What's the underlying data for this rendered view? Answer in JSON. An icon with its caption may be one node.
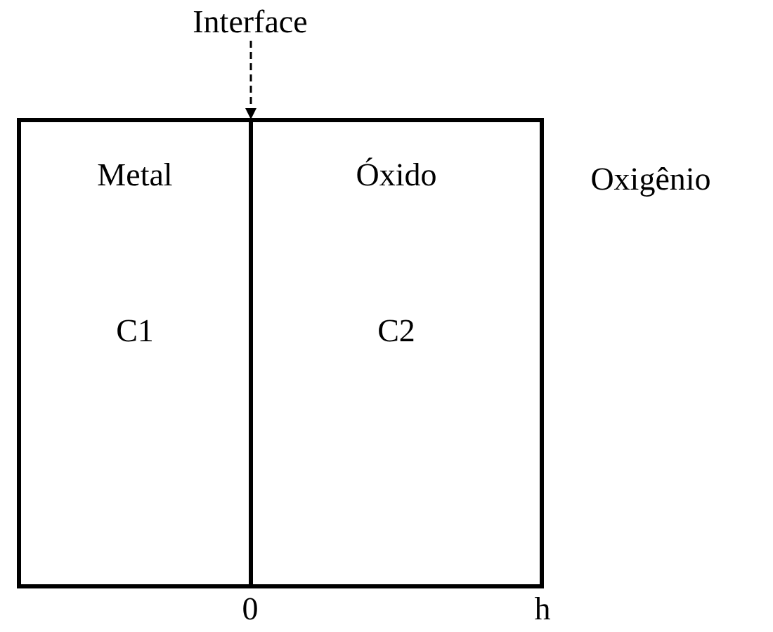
{
  "diagram": {
    "nodes": [
      {
        "text": [
          "Interface"
        ]
      },
      {
        "text": [
          "Metal",
          "C1"
        ]
      },
      {
        "text": [
          "Óxido",
          "C2"
        ]
      }
    ],
    "edges": [
      {
        "from": 0,
        "to": 2,
        "arrow": "to",
        "style": "dashed"
      }
    ],
    "labels": [
      "Oxigênio",
      "0",
      "h"
    ]
  }
}
